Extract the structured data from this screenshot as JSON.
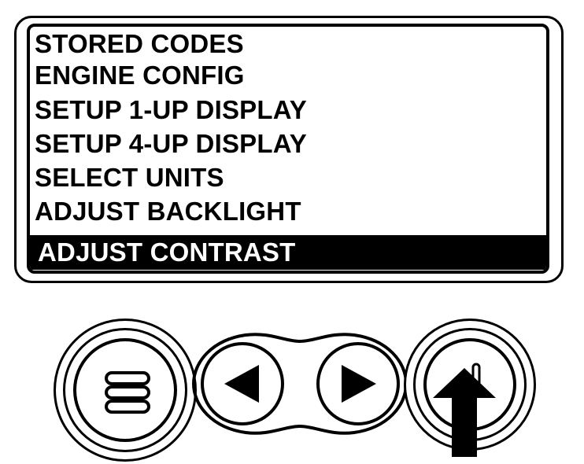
{
  "menu": {
    "items": [
      {
        "label": "STORED CODES"
      },
      {
        "label": "ENGINE CONFIG"
      },
      {
        "label": "SETUP 1-UP DISPLAY"
      },
      {
        "label": "SETUP 4-UP DISPLAY"
      },
      {
        "label": "SELECT UNITS"
      },
      {
        "label": "ADJUST BACKLIGHT"
      },
      {
        "label": "ADJUST CONTRAST",
        "selected": true
      }
    ]
  },
  "controls": {
    "buttons": [
      {
        "name": "menu-button",
        "icon": "menu-lines-icon"
      },
      {
        "name": "left-arrow-button",
        "icon": "triangle-left-icon"
      },
      {
        "name": "right-arrow-button",
        "icon": "triangle-right-icon"
      },
      {
        "name": "enter-button",
        "icon": "enter-icon"
      }
    ],
    "pointer": {
      "icon": "pointer-up-arrow-icon"
    }
  },
  "colors": {
    "foreground": "#000000",
    "background": "#ffffff",
    "highlight": "#000000"
  }
}
